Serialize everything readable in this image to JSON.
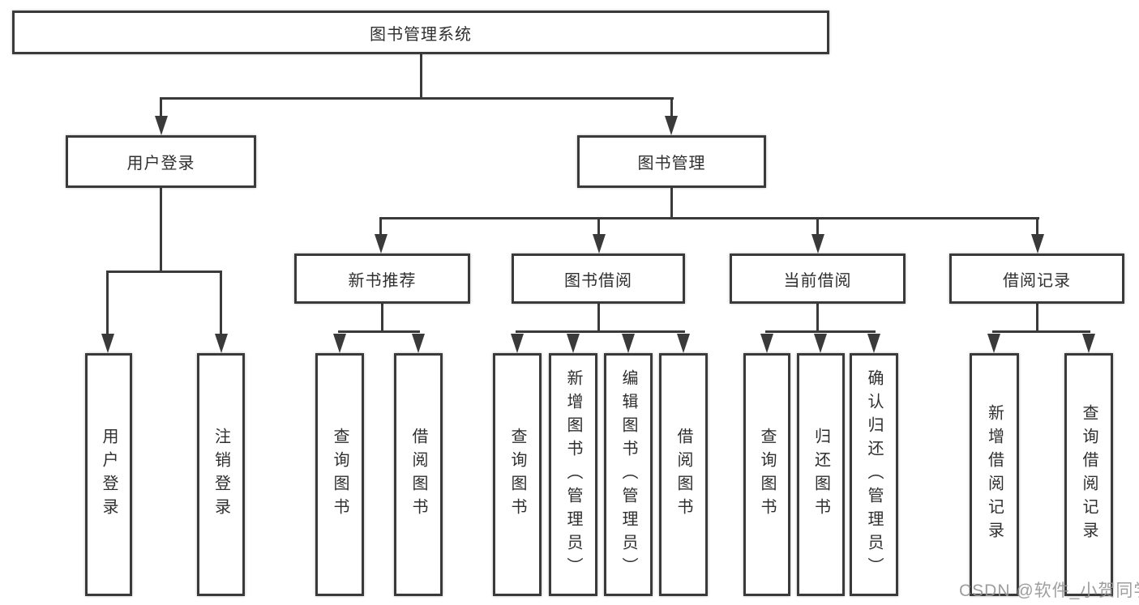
{
  "tree": {
    "root": {
      "label": "图书管理系统"
    },
    "branches": [
      {
        "label": "用户登录",
        "children": [
          {
            "label": "用户登录"
          },
          {
            "label": "注销登录"
          }
        ]
      },
      {
        "label": "图书管理",
        "children": [
          {
            "label": "新书推荐",
            "children": [
              {
                "label": "查询图书"
              },
              {
                "label": "借阅图书"
              }
            ]
          },
          {
            "label": "图书借阅",
            "children": [
              {
                "label": "查询图书"
              },
              {
                "label": "新增图书（管理员）"
              },
              {
                "label": "编辑图书（管理员）"
              },
              {
                "label": "借阅图书"
              }
            ]
          },
          {
            "label": "当前借阅",
            "children": [
              {
                "label": "查询图书"
              },
              {
                "label": "归还图书"
              },
              {
                "label": "确认归还（管理员）"
              }
            ]
          },
          {
            "label": "借阅记录",
            "children": [
              {
                "label": "新增借阅记录"
              },
              {
                "label": "查询借阅记录"
              }
            ]
          }
        ]
      }
    ]
  },
  "watermark": "CSDN @软件_小贺同学",
  "colors": {
    "line": "#3a3a3a",
    "box_border": "#3a3a3a",
    "box_fill": "#ffffff",
    "text": "#2f2f2f",
    "watermark": "#969696"
  }
}
